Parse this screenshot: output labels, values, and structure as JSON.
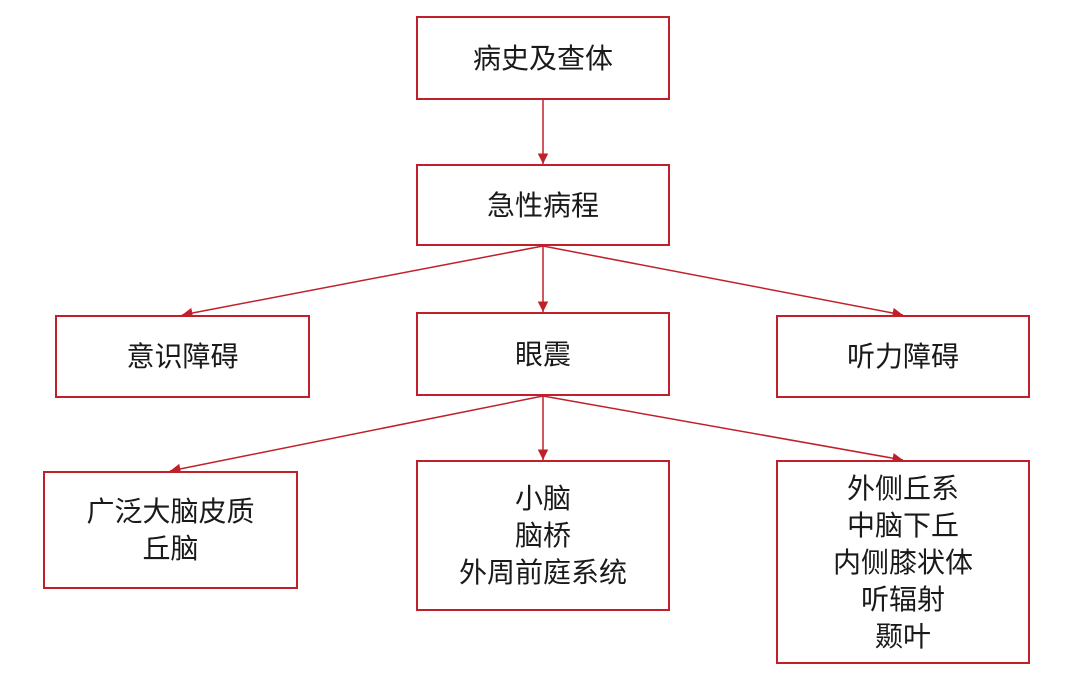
{
  "diagram": {
    "edge_color": "#c0202a",
    "nodes": {
      "history": {
        "lines": [
          "病史及查体"
        ]
      },
      "acute": {
        "lines": [
          "急性病程"
        ]
      },
      "conscious": {
        "lines": [
          "意识障碍"
        ]
      },
      "nystagmus": {
        "lines": [
          "眼震"
        ]
      },
      "hearing": {
        "lines": [
          "听力障碍"
        ]
      },
      "cortex": {
        "lines": [
          "广泛大脑皮质",
          "丘脑"
        ]
      },
      "cerebellum": {
        "lines": [
          "小脑",
          "脑桥",
          "外周前庭系统"
        ]
      },
      "auditory": {
        "lines": [
          "外侧丘系",
          "中脑下丘",
          "内侧膝状体",
          "听辐射",
          "颞叶"
        ]
      }
    },
    "edges": [
      {
        "from": "history",
        "to": "acute"
      },
      {
        "from": "acute",
        "to": "conscious"
      },
      {
        "from": "acute",
        "to": "nystagmus"
      },
      {
        "from": "acute",
        "to": "hearing"
      },
      {
        "from": "nystagmus",
        "to": "cortex"
      },
      {
        "from": "nystagmus",
        "to": "cerebellum"
      },
      {
        "from": "nystagmus",
        "to": "auditory"
      }
    ]
  }
}
